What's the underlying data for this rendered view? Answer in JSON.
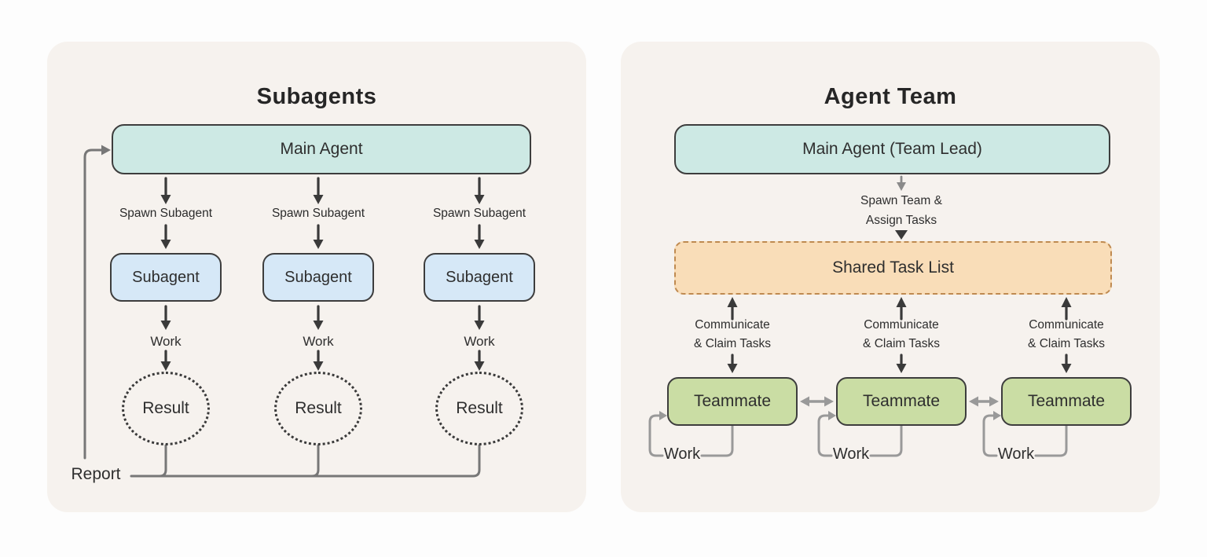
{
  "subagents_panel": {
    "title": "Subagents",
    "main_agent_label": "Main Agent",
    "report_label": "Report",
    "columns": [
      {
        "spawn_label": "Spawn Subagent",
        "agent_label": "Subagent",
        "work_label": "Work",
        "result_label": "Result"
      },
      {
        "spawn_label": "Spawn Subagent",
        "agent_label": "Subagent",
        "work_label": "Work",
        "result_label": "Result"
      },
      {
        "spawn_label": "Spawn Subagent",
        "agent_label": "Subagent",
        "work_label": "Work",
        "result_label": "Result"
      }
    ]
  },
  "agent_team_panel": {
    "title": "Agent Team",
    "main_agent_label": "Main Agent (Team Lead)",
    "spawn_label_line1": "Spawn Team &",
    "spawn_label_line2": "Assign Tasks",
    "task_list_label": "Shared Task List",
    "columns": [
      {
        "communicate_line1": "Communicate",
        "communicate_line2": "& Claim Tasks",
        "teammate_label": "Teammate",
        "work_label": "Work"
      },
      {
        "communicate_line1": "Communicate",
        "communicate_line2": "& Claim Tasks",
        "teammate_label": "Teammate",
        "work_label": "Work"
      },
      {
        "communicate_line1": "Communicate",
        "communicate_line2": "& Claim Tasks",
        "teammate_label": "Teammate",
        "work_label": "Work"
      }
    ]
  },
  "colors": {
    "page_background": "#fdfdfd",
    "panel_background": "#f6f2ee",
    "main_agent_fill": "#cde9e4",
    "subagent_fill": "#d6e8f7",
    "task_list_fill": "#f9ddb8",
    "task_list_border": "#bf8a50",
    "teammate_fill": "#cadda4",
    "node_border": "#3d3d3d",
    "arrow_dark": "#3a3a3a",
    "arrow_gray": "#999999",
    "report_line": "#777777",
    "text": "#2e2e2e"
  }
}
